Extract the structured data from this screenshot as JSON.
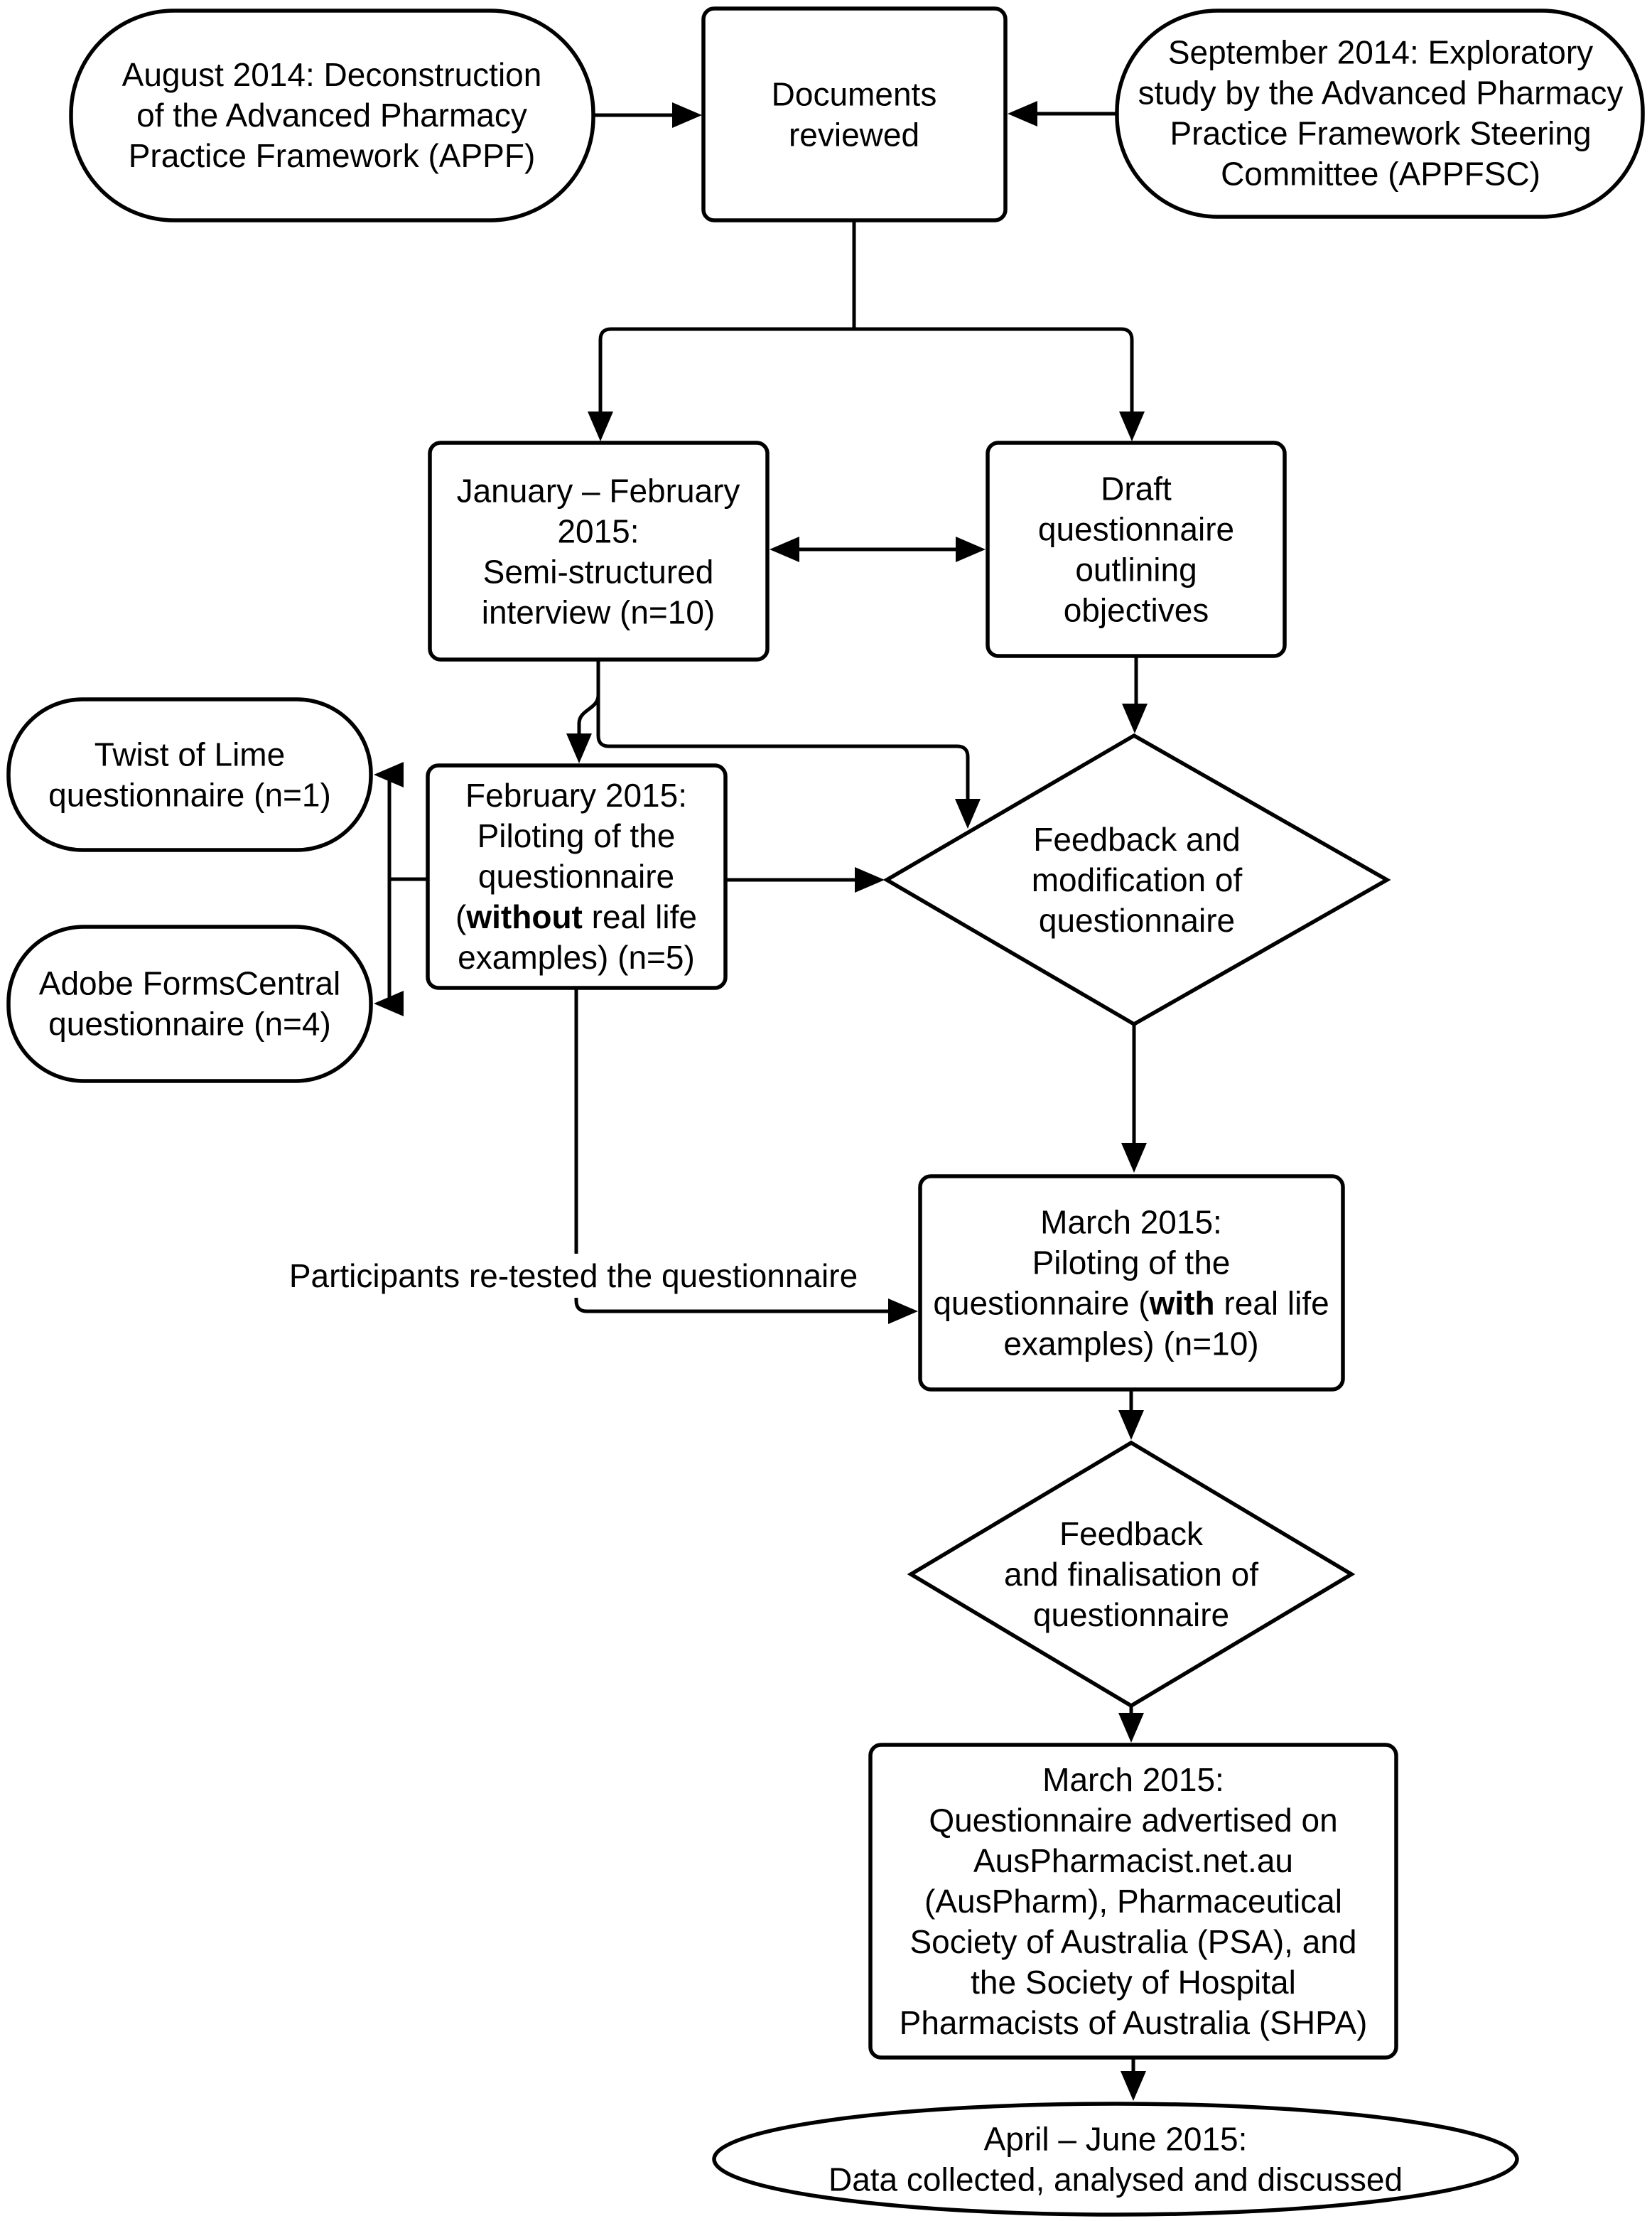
{
  "title": "Questionnaire development and piloting flowchart",
  "colors": {
    "stroke": "#000000",
    "fill": "#ffffff",
    "text": "#000000"
  },
  "nodes": {
    "appf": {
      "shape": "stadium",
      "lines": [
        [
          "August 2014: Deconstruction"
        ],
        [
          "of the Advanced Pharmacy"
        ],
        [
          "Practice Framework (APPF)"
        ]
      ]
    },
    "documents": {
      "shape": "rect",
      "lines": [
        [
          "Documents"
        ],
        [
          "reviewed"
        ]
      ]
    },
    "appfsc": {
      "shape": "stadium",
      "lines": [
        [
          "September 2014: Exploratory"
        ],
        [
          "study by the Advanced Pharmacy"
        ],
        [
          "Practice Framework Steering"
        ],
        [
          "Committee (APPFSC)"
        ]
      ]
    },
    "interview": {
      "shape": "rect",
      "lines": [
        [
          "January – February"
        ],
        [
          "2015:"
        ],
        [
          "Semi-structured"
        ],
        [
          "interview (n=10)"
        ]
      ]
    },
    "draft": {
      "shape": "rect",
      "lines": [
        [
          "Draft"
        ],
        [
          "questionnaire"
        ],
        [
          "outlining"
        ],
        [
          "objectives"
        ]
      ]
    },
    "twist": {
      "shape": "stadium",
      "lines": [
        [
          "Twist of Lime"
        ],
        [
          "questionnaire (n=1)"
        ]
      ]
    },
    "adobe": {
      "shape": "stadium",
      "lines": [
        [
          "Adobe FormsCentral"
        ],
        [
          "questionnaire (n=4)"
        ]
      ]
    },
    "pilot_without": {
      "shape": "rect",
      "lines": [
        [
          "February 2015:"
        ],
        [
          "Piloting of the"
        ],
        [
          "questionnaire"
        ],
        [
          "(",
          {
            "t": "without",
            "b": true
          },
          " real life"
        ],
        [
          "examples) (n=5)"
        ]
      ]
    },
    "feedback_mod": {
      "shape": "diamond",
      "lines": [
        [
          "Feedback and"
        ],
        [
          "modification of"
        ],
        [
          "questionnaire"
        ]
      ]
    },
    "pilot_with": {
      "shape": "rect",
      "lines": [
        [
          "March 2015:"
        ],
        [
          "Piloting of the"
        ],
        [
          "questionnaire (",
          {
            "t": "with",
            "b": true
          },
          " real life"
        ],
        [
          "examples) (n=10)"
        ]
      ]
    },
    "feedback_final": {
      "shape": "diamond",
      "lines": [
        [
          "Feedback"
        ],
        [
          "and finalisation of"
        ],
        [
          "questionnaire"
        ]
      ]
    },
    "advertised": {
      "shape": "rect",
      "lines": [
        [
          "March 2015:"
        ],
        [
          "Questionnaire advertised on"
        ],
        [
          "AusPharmacist.net.au"
        ],
        [
          "(AusPharm), Pharmaceutical"
        ],
        [
          "Society of Australia (PSA), and"
        ],
        [
          "the Society of Hospital"
        ],
        [
          "Pharmacists of Australia (SHPA)"
        ]
      ]
    },
    "collected": {
      "shape": "ellipse",
      "lines": [
        [
          "April – June 2015:"
        ],
        [
          "Data collected, analysed and discussed"
        ]
      ]
    },
    "retest_label": {
      "shape": "label",
      "lines": [
        [
          "Participants re-tested the questionnaire"
        ]
      ]
    }
  }
}
